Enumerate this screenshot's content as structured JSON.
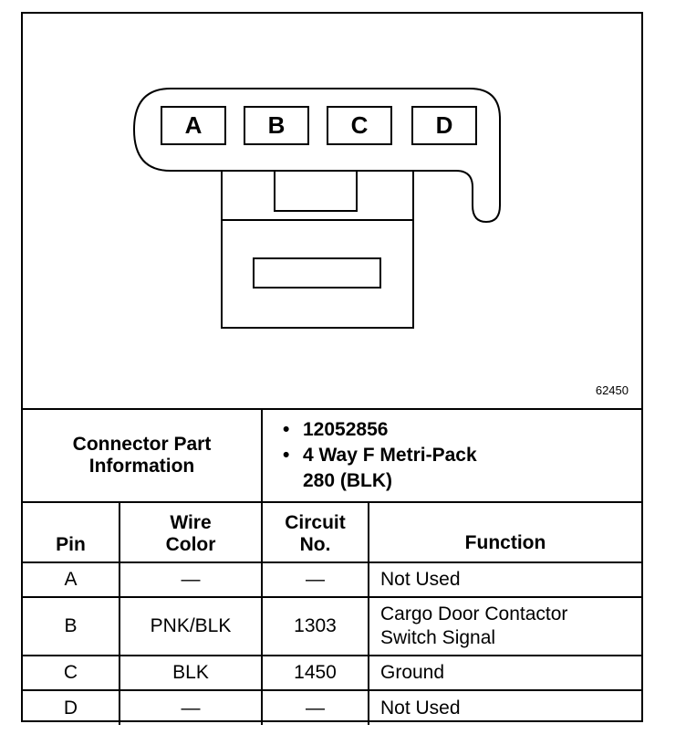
{
  "diagram": {
    "pins": [
      "A",
      "B",
      "C",
      "D"
    ],
    "figure_number": "62450"
  },
  "connector_info": {
    "label_line1": "Connector Part",
    "label_line2": "Information",
    "items": [
      "12052856",
      "4 Way F Metri-Pack",
      "280 (BLK)"
    ]
  },
  "table": {
    "headers": {
      "pin": "Pin",
      "wire_color_line1": "Wire",
      "wire_color_line2": "Color",
      "circuit_line1": "Circuit",
      "circuit_line2": "No.",
      "function": "Function"
    },
    "rows": [
      {
        "pin": "A",
        "wire_color": "—",
        "circuit": "—",
        "function_line1": "Not Used",
        "function_line2": ""
      },
      {
        "pin": "B",
        "wire_color": "PNK/BLK",
        "circuit": "1303",
        "function_line1": "Cargo Door Contactor",
        "function_line2": "Switch Signal"
      },
      {
        "pin": "C",
        "wire_color": "BLK",
        "circuit": "1450",
        "function_line1": "Ground",
        "function_line2": ""
      },
      {
        "pin": "D",
        "wire_color": "—",
        "circuit": "—",
        "function_line1": "Not Used",
        "function_line2": ""
      }
    ]
  }
}
